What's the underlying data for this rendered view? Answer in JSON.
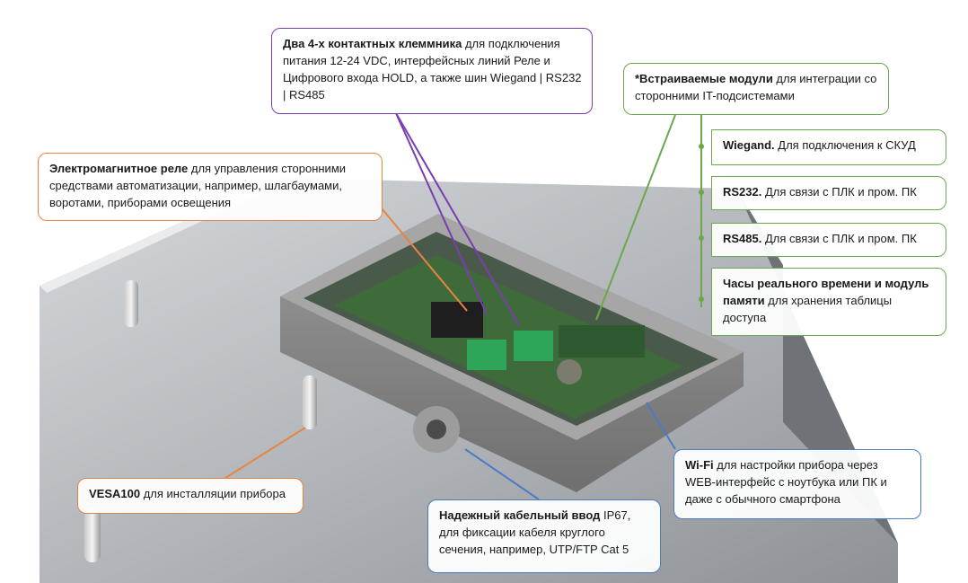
{
  "colors": {
    "purple": "#7a3db0",
    "orange": "#e8843f",
    "green": "#6aa84f",
    "blue": "#4a7cc4",
    "enclosure": "#8a8a8a",
    "pcb": "#3f6b3a",
    "terminal": "#2fa55a",
    "panel": "#b8bcc0"
  },
  "callouts": {
    "terminals": {
      "bold": "Два 4-х контактных клеммника",
      "text": " для подключения питания 12-24 VDC, интерфейсных линий Реле и Цифрового входа HOLD, а также шин Wiegand | RS232 | RS485"
    },
    "modules": {
      "bold": "*Встраиваемые модули",
      "text": " для интеграции со сторонними IT-подсистемами"
    },
    "wiegand": {
      "bold": "Wiegand.",
      "text": " Для подключения к СКУД"
    },
    "rs232": {
      "bold": "RS232.",
      "text": " Для связи с ПЛК и пром. ПК"
    },
    "rs485": {
      "bold": "RS485.",
      "text": " Для связи с ПЛК и пром. ПК"
    },
    "rtc": {
      "bold": "Часы реального времени и модуль памяти",
      "text": " для хранения таблицы доступа"
    },
    "relay": {
      "bold": "Электромагнитное реле",
      "text": " для управления сторонними средствами автоматизации, например, шлагбаумами, воротами, приборами освещения"
    },
    "wifi": {
      "bold": "Wi-Fi",
      "text": " для настройки прибора через WEB-интерфейс с ноутбука или ПК и даже с обычного смартфона"
    },
    "vesa": {
      "bold": "VESA100",
      "text": " для инсталляции прибора"
    },
    "cable": {
      "bold": "Надежный кабельный ввод",
      "text": " IP67, для фиксации кабеля круглого сечения, например, UTP/FTP Cat 5"
    }
  }
}
